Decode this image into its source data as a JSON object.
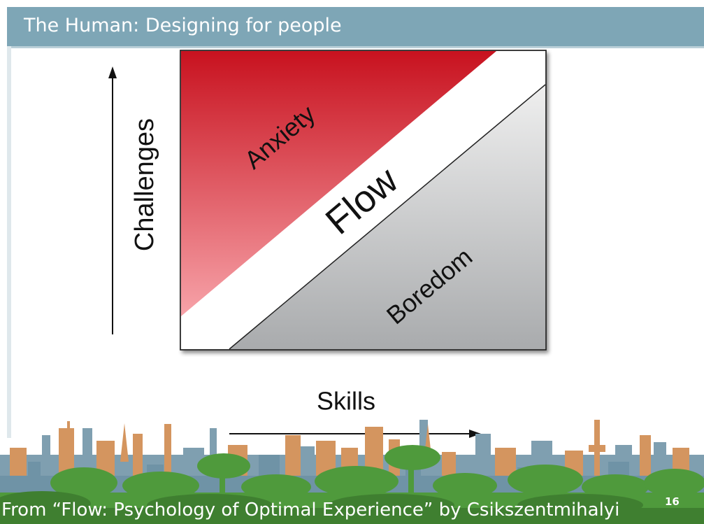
{
  "header": {
    "title": "The Human: Designing for people"
  },
  "diagram": {
    "y_axis_label": "Challenges",
    "x_axis_label": "Skills",
    "regions": {
      "anxiety": "Anxiety",
      "flow": "Flow",
      "boredom": "Boredom"
    }
  },
  "footer": {
    "caption": "From “Flow: Psychology of Optimal Experience” by Csikszentmihalyi",
    "page_number": "16"
  },
  "colors": {
    "header_band": "#7ea6b6",
    "anxiety_top": "#c8121f",
    "anxiety_bottom": "#f7a3a9",
    "boredom_top": "#ececec",
    "boredom_bottom": "#a9abad",
    "skyline_orange": "#d4955f",
    "skyline_blue": "#6f93a6",
    "skyline_green": "#4f9a3c"
  }
}
